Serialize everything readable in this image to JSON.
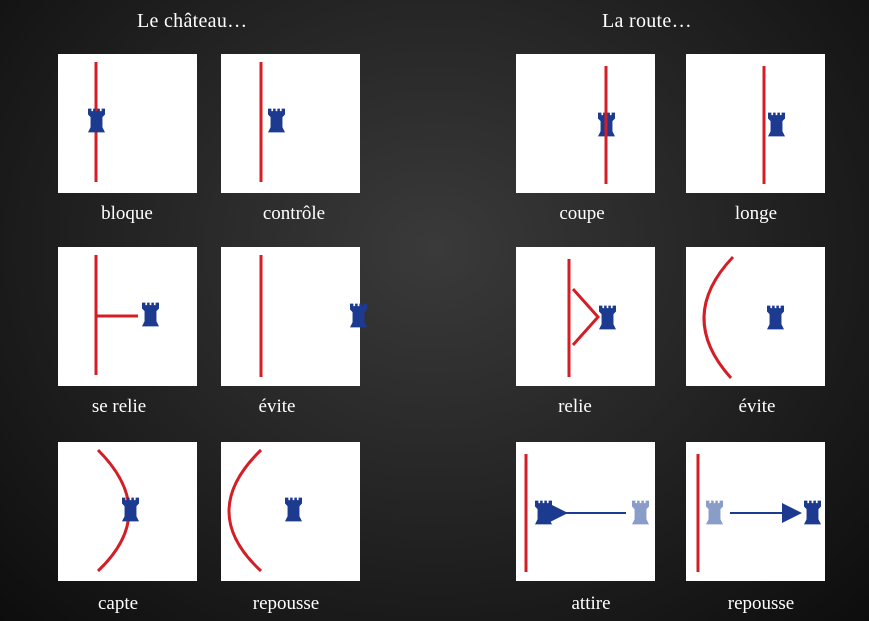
{
  "headings": {
    "left": "Le château…",
    "right": "La route…"
  },
  "labels": {
    "p1": "bloque",
    "p2": "contrôle",
    "p3": "coupe",
    "p4": "longe",
    "p5": "se relie",
    "p6": "évite",
    "p7": "relie",
    "p8": "évite",
    "p9": "capte",
    "p10": "repousse",
    "p11": "attire",
    "p12": "repousse"
  },
  "colors": {
    "road": "#d41e26",
    "castle": "#1c3a8f",
    "castle_faded": "#8a9cc8",
    "arrow": "#1c3a8f",
    "panel_bg": "#ffffff",
    "text": "#ffffff"
  },
  "icons": {
    "castle": "castle-tower-icon"
  }
}
